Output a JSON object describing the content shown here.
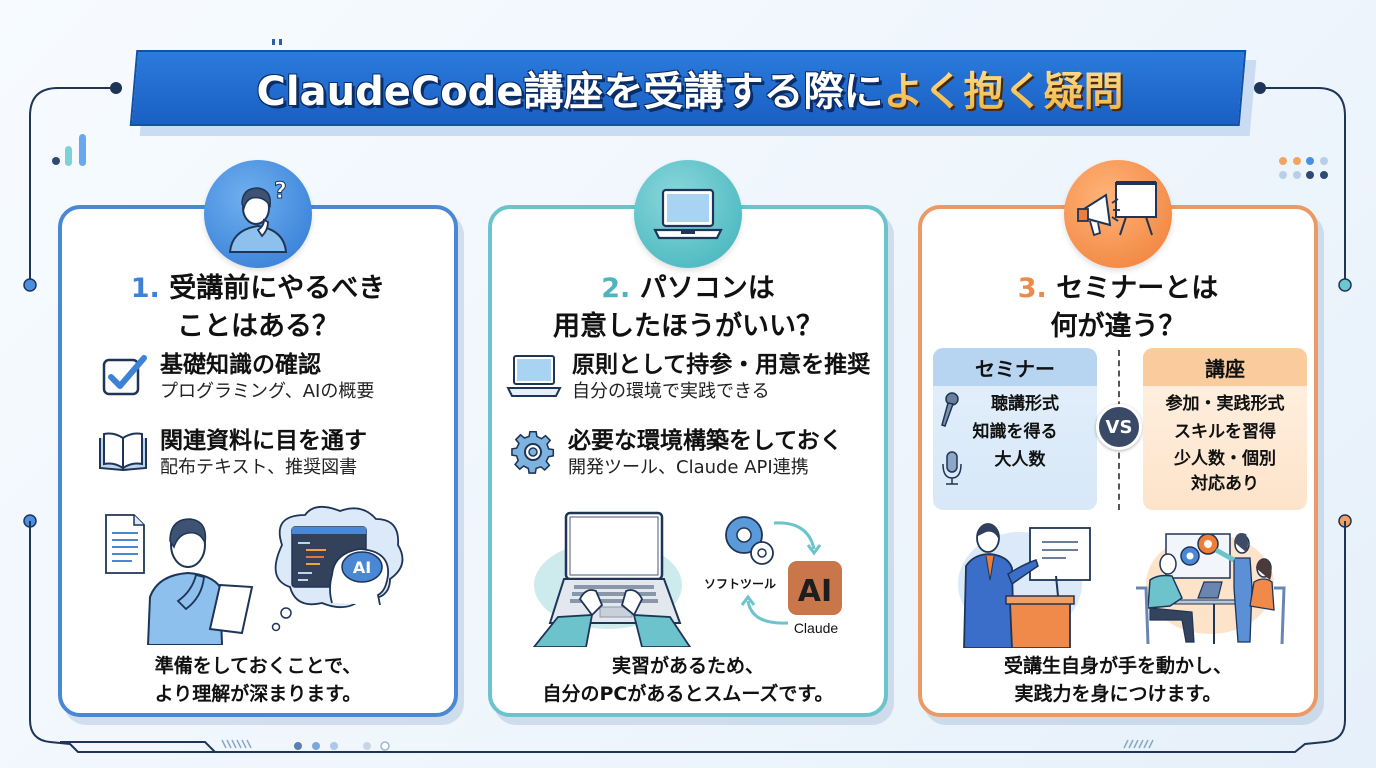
{
  "banner": {
    "title_white": "ClaudeCode講座を受講する際に",
    "title_gold": "よく抱く疑問"
  },
  "cards": [
    {
      "number": "1.",
      "title_line1": "受講前にやるべき",
      "title_line2": "ことはある？",
      "accent": "#4a88d6",
      "badge_icon": "thinking-person-icon",
      "items": [
        {
          "icon": "checkbox-icon",
          "head": "基礎知識の確認",
          "sub": "プログラミング、AIの概要"
        },
        {
          "icon": "open-book-icon",
          "head": "関連資料に目を通す",
          "sub": "配布テキスト、推奨図書"
        }
      ],
      "illustration": {
        "bubble_label": "AI"
      },
      "footer_line1": "準備をしておくことで、",
      "footer_line2": "より理解が深まります。"
    },
    {
      "number": "2.",
      "title_line1": "パソコンは",
      "title_line2": "用意したほうがいい？",
      "accent": "#6cc3cc",
      "badge_icon": "laptop-icon",
      "items": [
        {
          "icon": "laptop-icon",
          "head": "原則として持参・用意を推奨",
          "sub": "自分の環境で実践できる"
        },
        {
          "icon": "gear-icon",
          "head": "必要な環境構築をしておく",
          "sub": "開発ツール、Claude API連携"
        }
      ],
      "illustration": {
        "tool_label": "ソフトツール",
        "app_label": "Claude",
        "app_glyph": "AI"
      },
      "footer_line1": "実習があるため、",
      "footer_line2": "自分のPCがあるとスムーズです。"
    },
    {
      "number": "3.",
      "title_line1": "セミナーとは",
      "title_line2": "何が違う？",
      "accent": "#ec9a64",
      "badge_icon": "megaphone-whiteboard-icon",
      "comparison": {
        "left": {
          "title": "セミナー",
          "lines": [
            "聴講形式",
            "知識を得る",
            "大人数"
          ]
        },
        "vs": "VS",
        "right": {
          "title": "講座",
          "lines": [
            "参加・実践形式",
            "スキルを習得",
            "少人数・個別",
            "対応あり"
          ]
        }
      },
      "footer_line1": "受講生自身が手を動かし、",
      "footer_line2": "実践力を身につけます。"
    }
  ],
  "colors": {
    "banner_blue": "#1a5fc4",
    "gold": "#f0b13c",
    "frame_navy": "#1f3557",
    "blue": "#4a88d6",
    "teal": "#6cc3cc",
    "orange": "#ec9a64"
  }
}
